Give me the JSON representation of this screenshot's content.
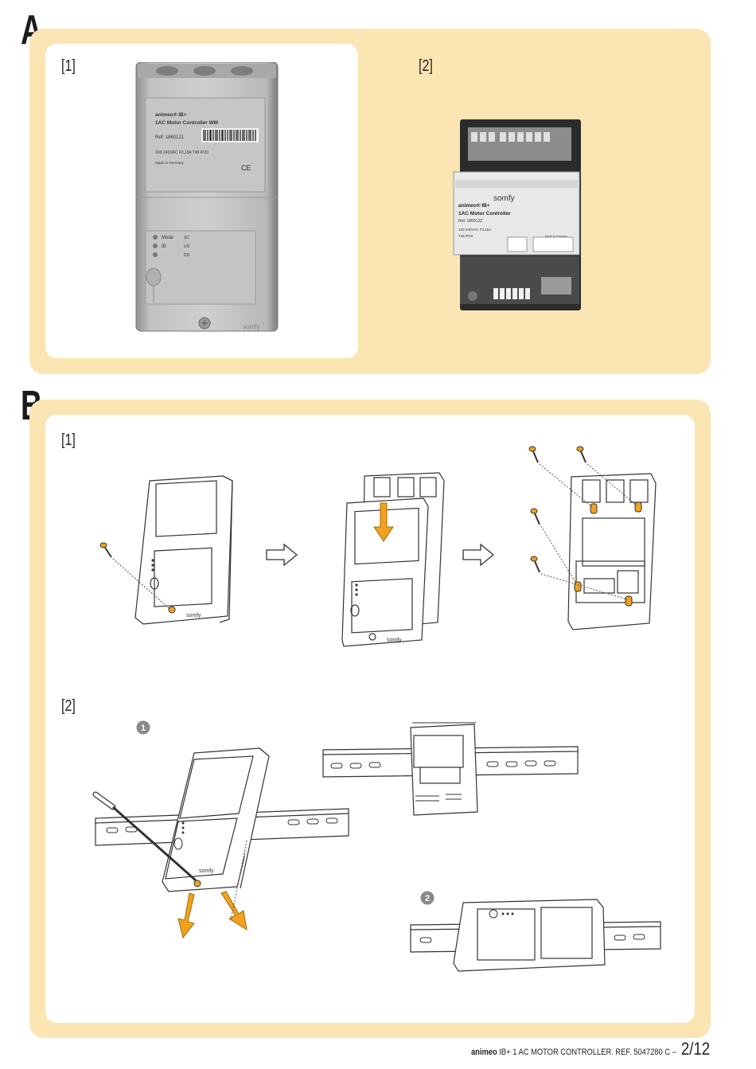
{
  "sectionA": {
    "letter": "A",
    "label1": "[1]",
    "label2": "[2]",
    "device1": {
      "brand_line": "animeo® IB+",
      "model_line": "1AC Motor Controller WM",
      "ref": "Ref: 1860121",
      "spec": "100-240VAC  F3,15A  T45  IP20",
      "made_in": "Made in Germany",
      "led_mode": "Mode",
      "led_ib": "IB",
      "led_sc": "SC",
      "led_us": "US",
      "led_dd": "DD",
      "logo": "somfy"
    },
    "device2": {
      "logo": "somfy",
      "brand_line": "animeo® IB+",
      "model_line": "1AC Motor Controller",
      "ref": "Ref: 1860122",
      "spec": "100-240VAC  F3,15A",
      "spec2": "T45  IP20",
      "made_in": "Made in Germany"
    }
  },
  "sectionB": {
    "letter": "B",
    "label1": "[1]",
    "label2": "[2]",
    "step1": "1",
    "step2": "2",
    "logo": "somfy"
  },
  "footer": {
    "brand": "animeo",
    "text": " IB+ 1 AC MOTOR CONTROLLER. REF. 5047280 C – ",
    "page": "2/12"
  },
  "colors": {
    "panel_bg": "#fbe5b3",
    "accent_orange": "#f0a21f"
  }
}
